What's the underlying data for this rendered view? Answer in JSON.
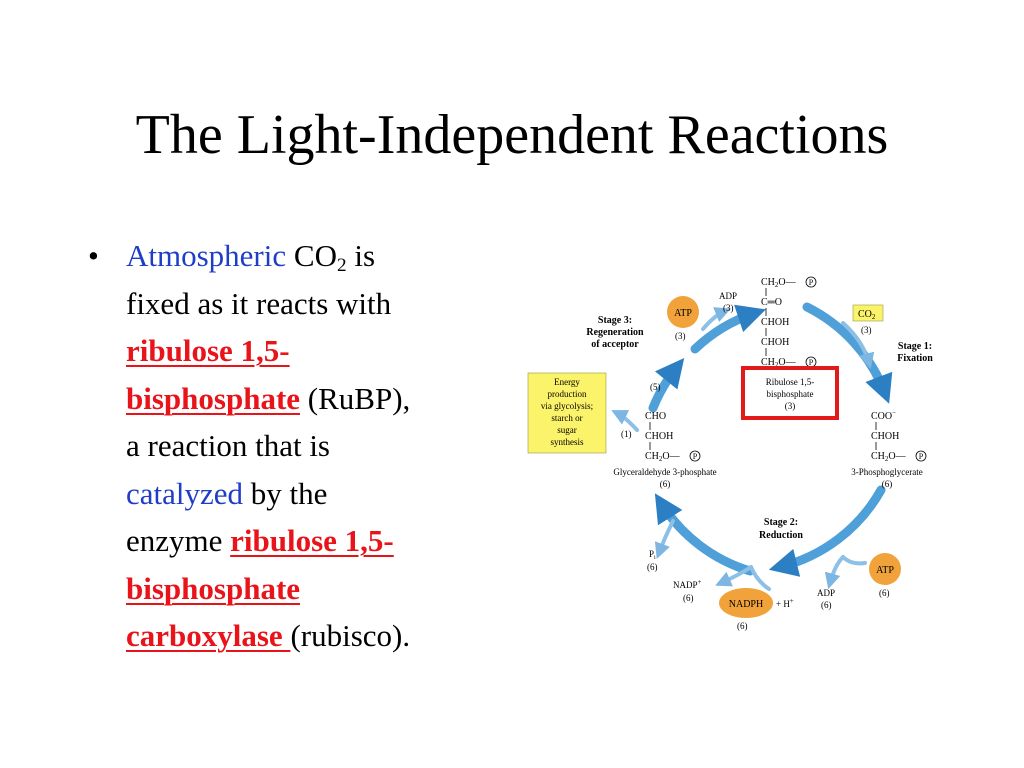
{
  "title": "The Light-Independent Reactions",
  "bullet": {
    "marker": "•",
    "line1": {
      "blue": "Atmospheric",
      "co": " CO",
      "sub": "2",
      "rest": " is"
    },
    "line2": "fixed as it reacts with",
    "line3": "ribulose 1,5-",
    "line4": {
      "red": "bisphosphate",
      "rest": " (RuBP),"
    },
    "line5": "a reaction that is",
    "line6": {
      "blue": "catalyzed",
      "rest": " by the"
    },
    "line7": {
      "pre": "enzyme ",
      "red": "ribulose 1,5-"
    },
    "line8": "bisphosphate",
    "line9": {
      "red": "carboxylase ",
      "rest": "(rubisco)."
    }
  },
  "diagram": {
    "colors": {
      "arrow": "#4f9fd8",
      "orange": "#f2a23a",
      "highlight_red": "#e21a1a",
      "yellow_box": "#fbf36a"
    },
    "stages": {
      "stage1": [
        "Stage 1:",
        "Fixation"
      ],
      "stage2": [
        "Stage 2:",
        "Reduction"
      ],
      "stage3": [
        "Stage 3:",
        "Regeneration",
        "of acceptor"
      ]
    },
    "center_box": [
      "Ribulose 1,5-",
      "bisphosphate",
      "(3)"
    ],
    "energy_box": [
      "Energy",
      "production",
      "via glycolysis;",
      "starch or",
      "sugar",
      "synthesis"
    ],
    "rubp_structure": {
      "r1": "CH",
      "r1s": "2",
      "r1b": "O—",
      "r2": "C═O",
      "r3": "CHOH",
      "r4": "CHOH",
      "r5": "CH",
      "r5s": "2",
      "r5b": "O—"
    },
    "pga_structure": {
      "r1": "COO",
      "r1sup": "−",
      "r2": "CHOH",
      "r3": "CH",
      "r3s": "2",
      "r3b": "O—"
    },
    "g3p_structure": {
      "r1": "CHO",
      "r2": "CHOH",
      "r3": "CH",
      "r3s": "2",
      "r3b": "O—"
    },
    "p": "P",
    "co2": {
      "main": "CO",
      "sub": "2",
      "count": "(3)"
    },
    "atp_top": {
      "label": "ATP",
      "count": "(3)"
    },
    "adp_top": {
      "label": "ADP",
      "count": "(3)"
    },
    "atp_bottom": {
      "label": "ATP",
      "count": "(6)"
    },
    "adp_bottom": {
      "label": "ADP",
      "count": "(6)"
    },
    "nadph": {
      "label": "NADPH",
      "plus": "+ H",
      "sup": "+",
      "count": "(6)"
    },
    "nadp": {
      "label": "NADP",
      "sup": "+",
      "count": "(6)"
    },
    "pi": {
      "label": "P",
      "sub": "i",
      "count": "(6)"
    },
    "pga_label": {
      "name": "3-Phosphoglycerate",
      "count": "(6)"
    },
    "g3p_label": {
      "name": "Glyceraldehyde 3-phosphate",
      "count": "(6)"
    },
    "step5": "(5)",
    "step1": "(1)"
  }
}
